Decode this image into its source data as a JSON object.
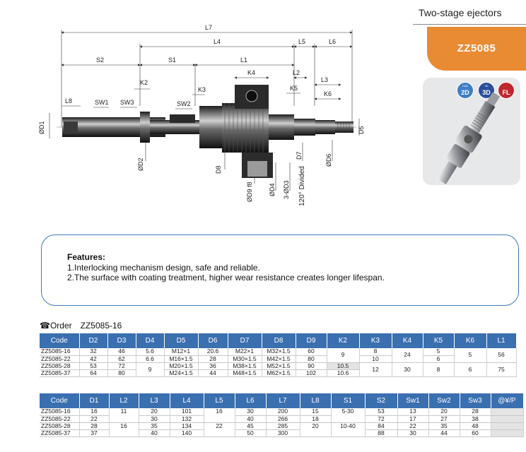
{
  "header": {
    "category_title": "Two-stage ejectors",
    "model": "ZZ5085"
  },
  "badges": [
    {
      "top": "CAD",
      "label": "2D",
      "color": "#3d7ec4"
    },
    {
      "top": "3D",
      "label": "3D",
      "color": "#2a4f9a"
    },
    {
      "top": "",
      "label": "FL",
      "color": "#c0272d"
    }
  ],
  "drawing": {
    "top_dims": [
      "L7",
      "L4",
      "L5",
      "L6",
      "S2",
      "S1",
      "L1",
      "K4",
      "L2",
      "L3",
      "K2",
      "K3",
      "K5",
      "K6",
      "L8",
      "SW1",
      "SW3",
      "SW2"
    ],
    "side_dims": [
      "ØD1",
      "D5",
      "ØD2",
      "D8",
      "D7",
      "ØD6",
      "ØD9 f8",
      "ØD4",
      "3-ØD3",
      "120° Divided"
    ]
  },
  "features": {
    "heading": "Features:",
    "lines": [
      "1.Interlocking mechanism design, safe and reliable.",
      "2.The surface with coating treatment, higher wear resistance creates longer lifespan."
    ]
  },
  "order": {
    "label": "Order",
    "code": "ZZ5085-16"
  },
  "table1": {
    "headers": [
      "Code",
      "D2",
      "D3",
      "D4",
      "D5",
      "D6",
      "D7",
      "D8",
      "D9",
      "K2",
      "K3",
      "K4",
      "K5",
      "K6",
      "L1"
    ],
    "rows": [
      [
        "ZZ5085-16",
        "32",
        "46",
        "5.6",
        "M12×1",
        "20.6",
        "M22×1",
        "M32×1.5",
        "60",
        "9",
        "8",
        "24",
        "5",
        "5",
        "56"
      ],
      [
        "ZZ5085-22",
        "42",
        "62",
        "6.6",
        "M16×1.5",
        "28",
        "M30×1.5",
        "M42×1.5",
        "80",
        "",
        "10",
        "",
        "6",
        "",
        ""
      ],
      [
        "ZZ5085-28",
        "53",
        "72",
        "9",
        "M20×1.5",
        "36",
        "M38×1.5",
        "M52×1.5",
        "90",
        "10.5",
        "12",
        "30",
        "8",
        "6",
        "75"
      ],
      [
        "ZZ5085-37",
        "64",
        "80",
        "",
        "M24×1.5",
        "44",
        "M48×1.5",
        "M62×1.5",
        "102",
        "10.6",
        "",
        "",
        "",
        "",
        ""
      ]
    ]
  },
  "table2": {
    "headers": [
      "Code",
      "D1",
      "L2",
      "L3",
      "L4",
      "L5",
      "L6",
      "L7",
      "L8",
      "S1",
      "S2",
      "Sw1",
      "Sw2",
      "Sw3",
      "@¥/P"
    ],
    "rows": [
      [
        "ZZ5085-16",
        "16",
        "11",
        "20",
        "101",
        "16",
        "30",
        "200",
        "15",
        "5-30",
        "53",
        "13",
        "20",
        "28",
        ""
      ],
      [
        "ZZ5085-22",
        "22",
        "",
        "30",
        "132",
        "",
        "40",
        "266",
        "18",
        "",
        "72",
        "17",
        "27",
        "38",
        ""
      ],
      [
        "ZZ5085-28",
        "28",
        "16",
        "35",
        "134",
        "22",
        "45",
        "285",
        "20",
        "10-40",
        "84",
        "22",
        "35",
        "48",
        ""
      ],
      [
        "ZZ5085-37",
        "37",
        "",
        "40",
        "140",
        "",
        "50",
        "300",
        "",
        "",
        "88",
        "30",
        "44",
        "60",
        ""
      ]
    ]
  },
  "colors": {
    "accent": "#e98b33",
    "table_header": "#3a6fb0",
    "border": "#3c7cc0"
  }
}
